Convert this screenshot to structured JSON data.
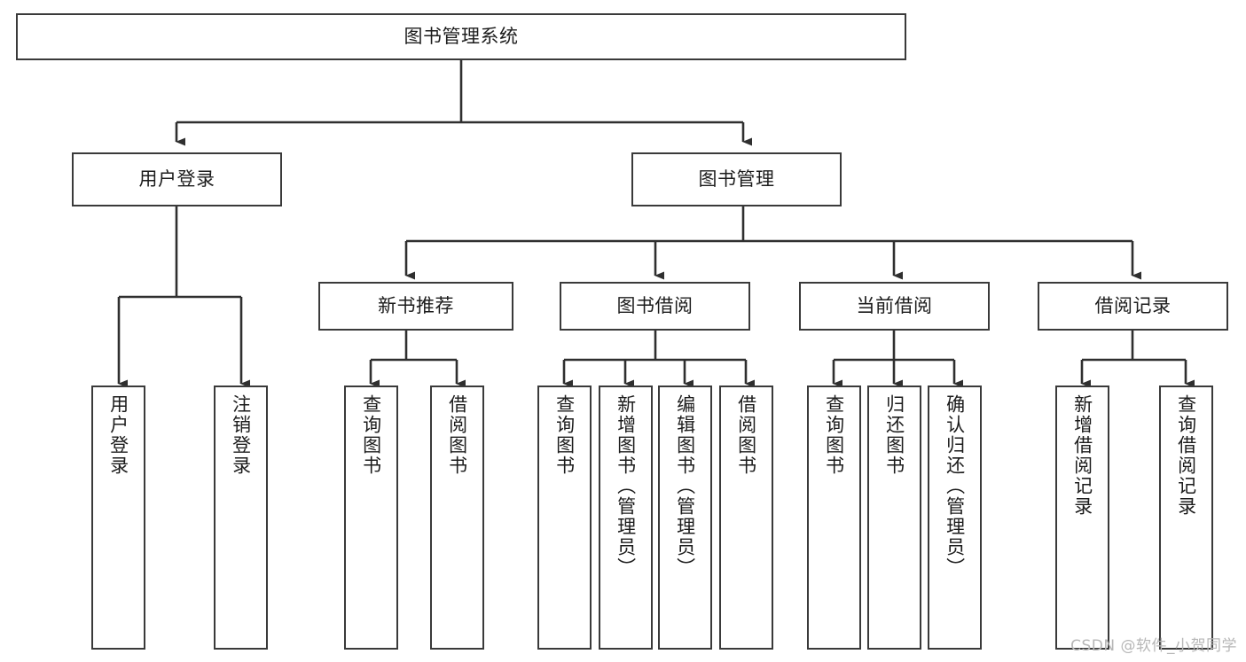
{
  "diagram": {
    "type": "tree-hierarchy",
    "title_node": "图书管理系统",
    "watermark": "CSDN @软件_小贺同学",
    "colors": {
      "box_border": "#3a3a3a",
      "connector": "#2f2f2f",
      "background": "#ffffff",
      "text": "#1c1c1c",
      "watermark": "#b7b7b7"
    },
    "nodes": {
      "root": {
        "label": "图书管理系统"
      },
      "level2": [
        {
          "id": "user-login",
          "label": "用户登录"
        },
        {
          "id": "book-management",
          "label": "图书管理"
        }
      ],
      "level3": [
        {
          "id": "new-book-recommend",
          "label": "新书推荐"
        },
        {
          "id": "book-borrow",
          "label": "图书借阅"
        },
        {
          "id": "current-borrow",
          "label": "当前借阅"
        },
        {
          "id": "borrow-record",
          "label": "借阅记录"
        }
      ],
      "leaves": {
        "user_login": [
          {
            "id": "leaf-user-login",
            "label": "用户登录"
          },
          {
            "id": "leaf-logout",
            "label": "注销登录"
          }
        ],
        "new_book_recommend": [
          {
            "id": "leaf-query-book-1",
            "label": "查询图书"
          },
          {
            "id": "leaf-borrow-book-1",
            "label": "借阅图书"
          }
        ],
        "book_borrow": [
          {
            "id": "leaf-query-book-2",
            "label": "查询图书"
          },
          {
            "id": "leaf-add-book",
            "label": "新增图书（管理员）"
          },
          {
            "id": "leaf-edit-book",
            "label": "编辑图书（管理员）"
          },
          {
            "id": "leaf-borrow-book-2",
            "label": "借阅图书"
          }
        ],
        "current_borrow": [
          {
            "id": "leaf-query-book-3",
            "label": "查询图书"
          },
          {
            "id": "leaf-return-book",
            "label": "归还图书"
          },
          {
            "id": "leaf-confirm-return",
            "label": "确认归还（管理员）"
          }
        ],
        "borrow_record": [
          {
            "id": "leaf-add-record",
            "label": "新增借阅记录"
          },
          {
            "id": "leaf-query-record",
            "label": "查询借阅记录"
          }
        ]
      }
    }
  }
}
